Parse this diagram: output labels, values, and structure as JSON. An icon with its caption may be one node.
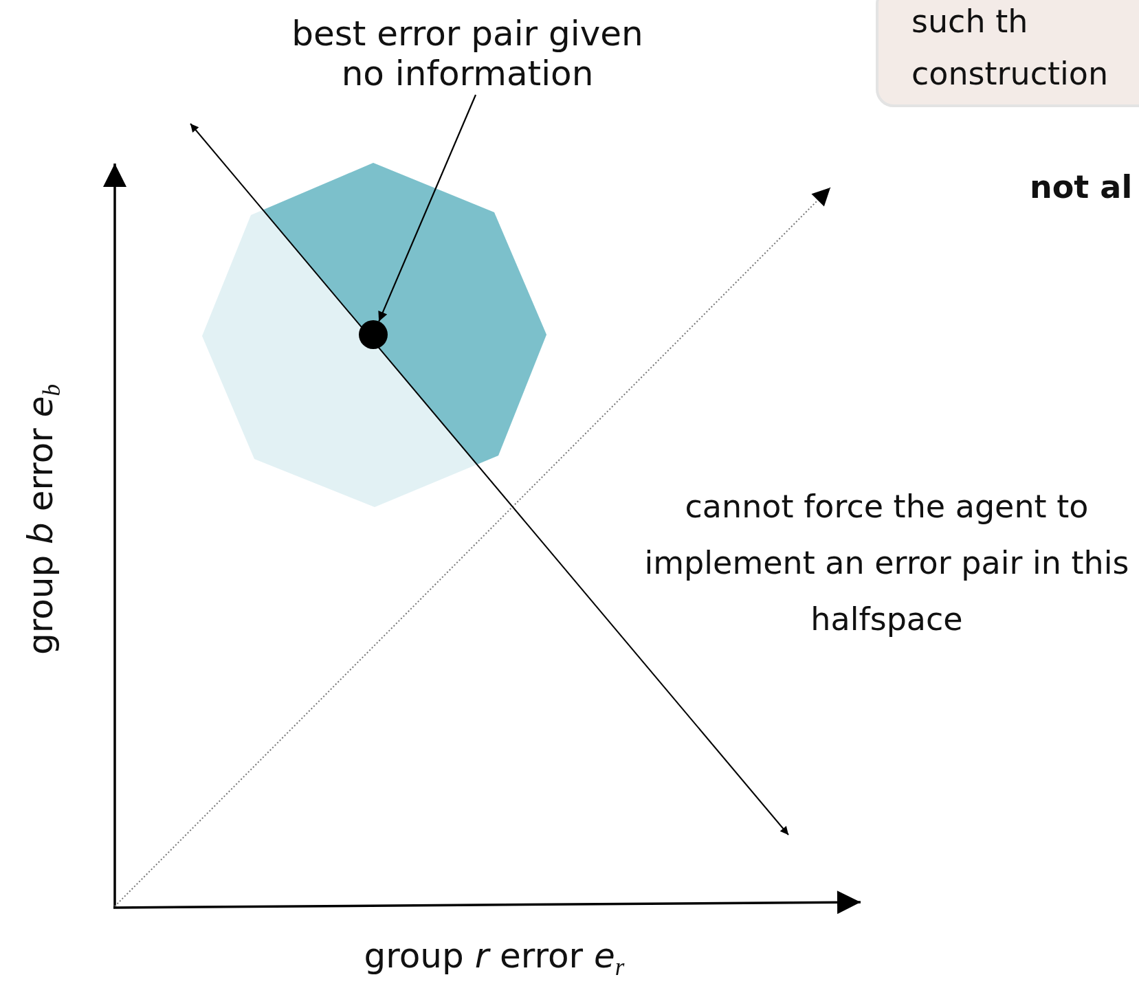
{
  "diagram": {
    "nodes": [
      {
        "text": [
          "such th",
          "construction"
        ]
      },
      {
        "text": [
          "best error pair given no information"
        ]
      },
      {
        "text": [],
        "shape": "circle"
      }
    ],
    "edges": [
      {
        "from": 1,
        "to": 2,
        "arrow": "to"
      }
    ],
    "labels": [
      "not al",
      "cannot force the agent to implement an error pair in this halfspace",
      "group *b* error *e*$_{b}$",
      "group *r* error *e*$_{r}$"
    ]
  }
}
